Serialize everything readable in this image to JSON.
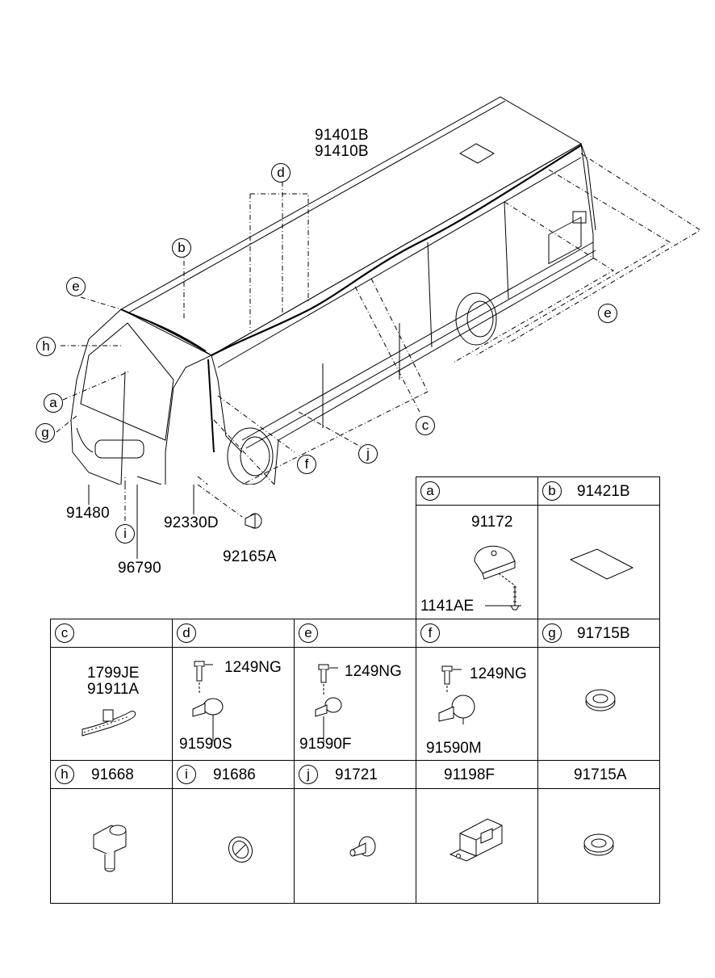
{
  "diagram": {
    "callouts_top": {
      "part_91401B": "91401B",
      "part_91410B": "91410B",
      "part_91480": "91480",
      "part_96790": "96790",
      "part_92330D": "92330D",
      "part_92165A": "92165A"
    },
    "letters": {
      "a": "a",
      "b": "b",
      "c": "c",
      "d": "d",
      "e": "e",
      "f": "f",
      "g": "g",
      "h": "h",
      "i": "i",
      "j": "j"
    }
  },
  "table": {
    "cell_a": {
      "letter": "a",
      "header": "",
      "parts": [
        "91172",
        "1141AE"
      ]
    },
    "cell_b": {
      "letter": "b",
      "header": "91421B"
    },
    "cell_c": {
      "letter": "c",
      "header": "",
      "parts": [
        "1799JE",
        "91911A"
      ]
    },
    "cell_d": {
      "letter": "d",
      "header": "",
      "parts": [
        "1249NG",
        "91590S"
      ]
    },
    "cell_e": {
      "letter": "e",
      "header": "",
      "parts": [
        "1249NG",
        "91590F"
      ]
    },
    "cell_f": {
      "letter": "f",
      "header": "",
      "parts": [
        "1249NG",
        "91590M"
      ]
    },
    "cell_g": {
      "letter": "g",
      "header": "91715B"
    },
    "cell_h": {
      "letter": "h",
      "header": "91668"
    },
    "cell_i": {
      "letter": "i",
      "header": "91686"
    },
    "cell_j": {
      "letter": "j",
      "header": "91721"
    },
    "cell_k": {
      "letter": "",
      "header": "91198F"
    },
    "cell_l": {
      "letter": "",
      "header": "91715A"
    }
  }
}
